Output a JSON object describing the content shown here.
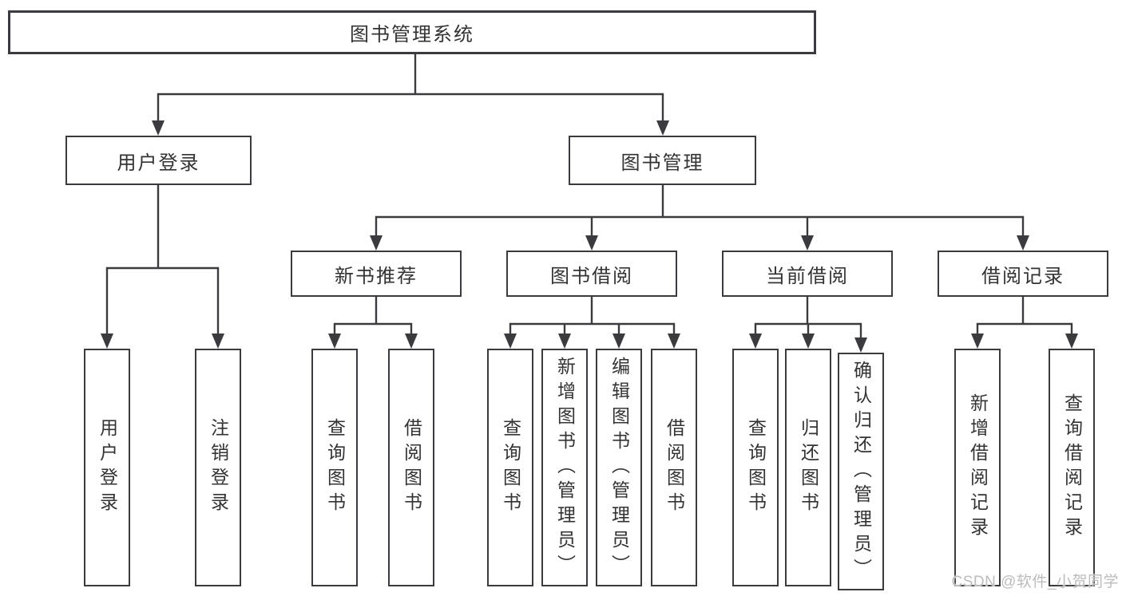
{
  "root": {
    "label": "图书管理系统"
  },
  "level2": [
    {
      "label": "用户登录"
    },
    {
      "label": "图书管理"
    }
  ],
  "level3": [
    {
      "label": "新书推荐"
    },
    {
      "label": "图书借阅"
    },
    {
      "label": "当前借阅"
    },
    {
      "label": "借阅记录"
    }
  ],
  "leaves": [
    {
      "label": "用户登录"
    },
    {
      "label": "注销登录"
    },
    {
      "label": "查询图书"
    },
    {
      "label": "借阅图书"
    },
    {
      "label": "查询图书"
    },
    {
      "label": "新增图书（管理员）"
    },
    {
      "label": "编辑图书（管理员）"
    },
    {
      "label": "借阅图书"
    },
    {
      "label": "查询图书"
    },
    {
      "label": "归还图书"
    },
    {
      "label": "确认归还（管理员）"
    },
    {
      "label": "新增借阅记录"
    },
    {
      "label": "查询借阅记录"
    }
  ],
  "watermark": {
    "text": "CSDN @软件_小贺同学"
  },
  "colors": {
    "line": "#3b3b3f",
    "box_border": "#3b3b3f",
    "box_fill": "#ffffff",
    "text": "#333333",
    "watermark": "#bcbcbc",
    "background": "#ffffff"
  }
}
